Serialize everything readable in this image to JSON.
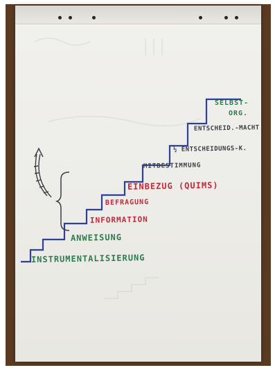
{
  "photo": {
    "colors": {
      "paper": "#eeeeea",
      "board": "#5a3a22",
      "stair_line": "#2f3f9a",
      "green_ink": "#2e7a4e",
      "red_ink": "#c2283a",
      "dark_ink": "#3b3d44"
    },
    "icons": [
      "curved-arrow-icon",
      "curly-brace-icon"
    ]
  },
  "stairs": {
    "steps": [
      {
        "label": "INSTRUMENTALISIERUNG",
        "ink": "green"
      },
      {
        "label": "ANWEISUNG",
        "ink": "green"
      },
      {
        "label": "INFORMATION",
        "ink": "red"
      },
      {
        "label": "BEFRAGUNG",
        "ink": "red"
      },
      {
        "label": "EINBEZUG (QUIMS)",
        "ink": "red"
      },
      {
        "label": "MITBESTIMMUNG",
        "ink": "dark"
      },
      {
        "label": "½ ENTSCHEIDUNGS-K.",
        "ink": "dark"
      },
      {
        "label": "ENTSCHEID.-MACHT",
        "ink": "dark"
      },
      {
        "label": "SELBST-",
        "ink": "green"
      },
      {
        "label": "ORG.",
        "ink": "green"
      }
    ]
  }
}
